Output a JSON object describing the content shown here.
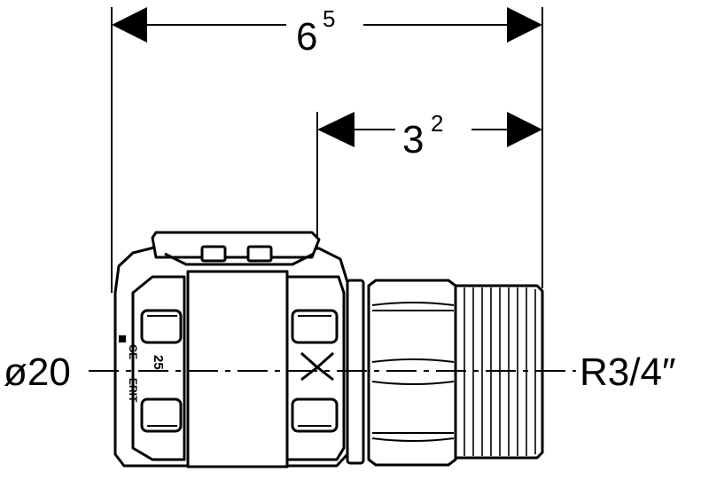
{
  "dimensions": {
    "overall_length": {
      "main": "6",
      "sup": "5"
    },
    "insert_length": {
      "main": "3",
      "sup": "2"
    }
  },
  "labels": {
    "pipe_diameter": "ø20",
    "thread_size": "R3/4″"
  },
  "body_marks": {
    "size": "25",
    "brand_top": "GE",
    "brand_bottom": "ERIT"
  },
  "colors": {
    "line": "#000000",
    "background": "#ffffff"
  }
}
